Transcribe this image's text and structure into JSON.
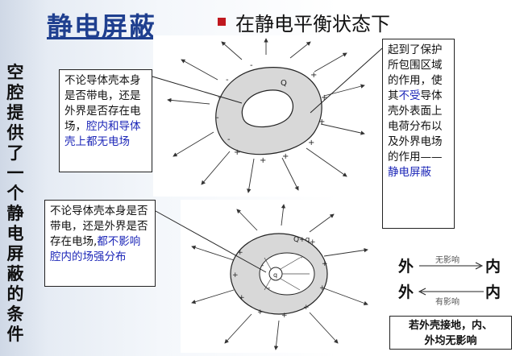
{
  "title": "静电屏蔽",
  "subtitle": "在静电平衡状态下",
  "side_text": "空腔提供了一个静电屏蔽的条件",
  "box1": {
    "text_a": "不论导体壳本身是否带电，还是外界是否存在电场，",
    "text_b": "腔内和导体壳上都无电场"
  },
  "box2": {
    "text_a": "不论导体壳本身是否带电，还是外界是否存在电场,",
    "text_b": "都不影响腔内的场强分布"
  },
  "box3": {
    "text_a": "起到了保护所包围区域的作用，使其",
    "text_b": "不受",
    "text_c": "导体壳外表面上电荷分布以及外界电场的作用——",
    "text_d": "静电屏蔽"
  },
  "relations": [
    {
      "left": "外",
      "right": "内",
      "note": "无影响"
    },
    {
      "left": "外",
      "right": "内",
      "note": "有影响"
    }
  ],
  "box4": {
    "line1": "若外壳接地，内、",
    "line2": "外均无影响"
  },
  "fig1": {
    "label_q": "Q"
  },
  "fig2": {
    "label_q": "Q+q",
    "label_inner": "q"
  },
  "colors": {
    "title": "#1f3f8f",
    "accent_blue": "#1d27b8",
    "bullet": "#c0181f",
    "shell_fill": "#d8d8d8"
  }
}
